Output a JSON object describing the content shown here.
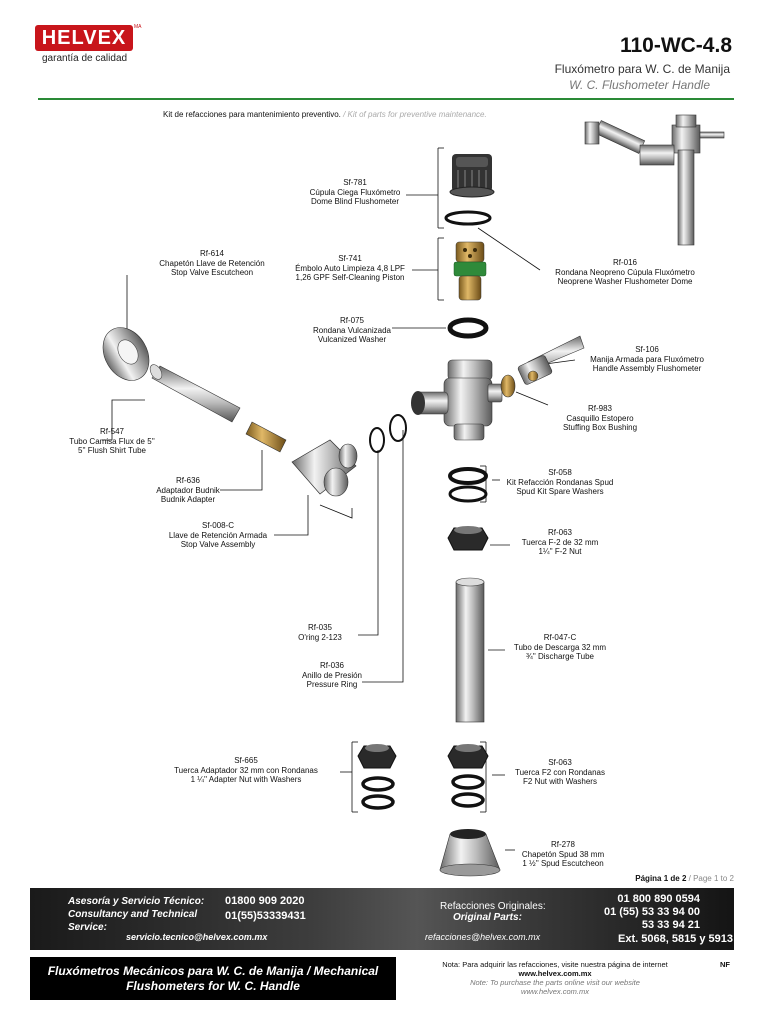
{
  "header": {
    "brand": "HELVEX",
    "brand_mark": "MA",
    "tagline": "garantía de calidad",
    "model": "110-WC-4.8",
    "subtitle_es": "Fluxómetro para W. C. de Manija",
    "subtitle_en": "W. C. Flushometer Handle",
    "accent_color": "#2a8a36",
    "brand_color": "#c8151b"
  },
  "intro": {
    "es": "Kit de refacciones para mantenimiento preventivo.",
    "en": " / Kit of parts for preventive maintenance."
  },
  "parts": [
    {
      "code": "Sf-781",
      "es": "Cúpula Ciega Fluxómetro",
      "en": "Dome Blind Flushometer"
    },
    {
      "code": "Rf-016",
      "es": "Rondana Neopreno Cúpula Fluxómetro",
      "en": "Neoprene Washer Flushometer Dome"
    },
    {
      "code": "Sf-741",
      "es": "Émbolo Auto Limpieza 4,8 LPF",
      "en": "1,26 GPF Self-Cleaning Piston"
    },
    {
      "code": "Rf-614",
      "es": "Chapetón Llave de Retención",
      "en": "Stop Valve Escutcheon"
    },
    {
      "code": "Rf-075",
      "es": "Rondana Vulcanizada",
      "en": "Vulcanized Washer"
    },
    {
      "code": "Sf-106",
      "es": "Manija Armada para Fluxómetro",
      "en": "Handle Assembly Flushometer"
    },
    {
      "code": "Rf-983",
      "es": "Casquillo Estopero",
      "en": "Stuffing Box Bushing"
    },
    {
      "code": "Rf-547",
      "es": "Tubo Camisa Flux de 5''",
      "en": "5'' Flush Shirt Tube"
    },
    {
      "code": "Rf-636",
      "es": "Adaptador Budnik",
      "en": "Budnik Adapter"
    },
    {
      "code": "Sf-058",
      "es": "Kit Refacción Rondanas Spud",
      "en": "Spud Kit Spare Washers"
    },
    {
      "code": "Sf-008-C",
      "es": "Llave de Retención Armada",
      "en": "Stop Valve Assembly"
    },
    {
      "code": "Rf-063",
      "es": "Tuerca F-2 de 32 mm",
      "en": "1¼'' F-2 Nut"
    },
    {
      "code": "Rf-047-C",
      "es": "Tubo de Descarga 32 mm",
      "en": "¾'' Discharge Tube"
    },
    {
      "code": "Rf-035",
      "es": "O'ring 2-123",
      "en": ""
    },
    {
      "code": "Rf-036",
      "es": "Anillo de Presión",
      "en": "Pressure Ring"
    },
    {
      "code": "Sf-665",
      "es": "Tuerca Adaptador 32 mm con Rondanas",
      "en": "1 ¼'' Adapter Nut with Washers"
    },
    {
      "code": "Sf-063",
      "es": "Tuerca F2 con Rondanas",
      "en": "F2 Nut with Washers"
    },
    {
      "code": "Rf-278",
      "es": "Chapetón Spud 38 mm",
      "en": "1 ½'' Spud Escutcheon"
    }
  ],
  "page": {
    "es": "Página 1 de 2",
    "en": " / Page 1 to 2"
  },
  "footer": {
    "service_es": "Asesoría y Servicio Técnico:",
    "service_en_1": "Consultancy and Technical",
    "service_en_2": "Service:",
    "service_phone_1": "01800 909 2020",
    "service_phone_2": "01(55)53339431",
    "service_email": "servicio.tecnico@helvex.com.mx",
    "parts_es": "Refacciones Originales:",
    "parts_en": "Original Parts:",
    "parts_email": "refacciones@helvex.com.mx",
    "parts_phone_1": "01 800 890 0594",
    "parts_phone_2": "01 (55) 53 33 94 00",
    "parts_phone_3": "53 33 94 21",
    "parts_ext": "Ext. 5068, 5815 y 5913",
    "product_line": "Fluxómetros Mecánicos para W. C. de Manija / Mechanical Flushometers for W. C. Handle",
    "note_es": "Nota: Para adquirir las refacciones, visite nuestra página de internet",
    "note_url": "www.helvex.com.mx",
    "note_en": "Note: To purchase the parts online visit our website",
    "note_url_en": "www.helvex.com.mx",
    "nf": "NF"
  }
}
